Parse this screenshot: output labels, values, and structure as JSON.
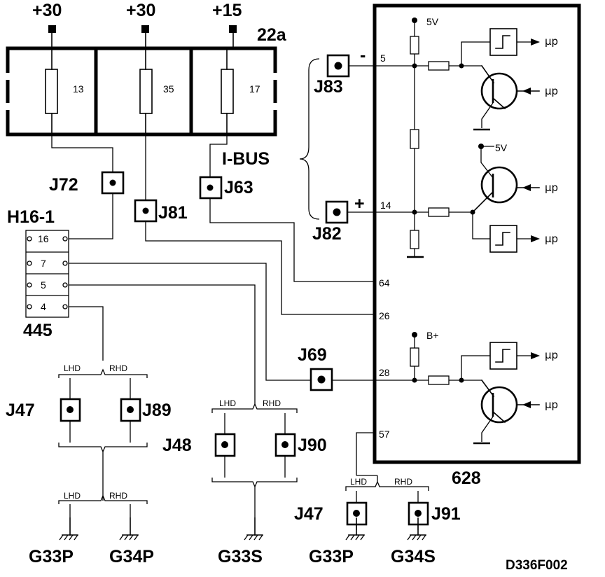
{
  "diagram_id": "D336F002",
  "labels": {
    "fuse_block": "22a",
    "ecu": "628",
    "ibus": "I-BUS",
    "h16_title": "H16-1",
    "h16_sub": "445",
    "minus": "-",
    "plus": "+",
    "v5": "5V",
    "bplus": "B+",
    "micro": "μp",
    "lhd": "LHD",
    "rhd": "RHD"
  },
  "supplies": [
    {
      "id": "s1",
      "label": "+30",
      "fuse": "13"
    },
    {
      "id": "s2",
      "label": "+30",
      "fuse": "35"
    },
    {
      "id": "s3",
      "label": "+15",
      "fuse": "17"
    }
  ],
  "connectors": {
    "j72": "J72",
    "j81": "J81",
    "j63": "J63",
    "j83": "J83",
    "j82": "J82",
    "j69": "J69",
    "j47a": "J47",
    "j89": "J89",
    "j48": "J48",
    "j90": "J90",
    "j47b": "J47",
    "j91": "J91"
  },
  "h16_pins": [
    "16",
    "7",
    "5",
    "4"
  ],
  "ecu_pins": {
    "p5": "5",
    "p14": "14",
    "p64": "64",
    "p26": "26",
    "p28": "28",
    "p57": "57"
  },
  "grounds": {
    "g1": "G33P",
    "g2": "G34P",
    "g3": "G33S",
    "g4": "G33P",
    "g5": "G34S"
  }
}
